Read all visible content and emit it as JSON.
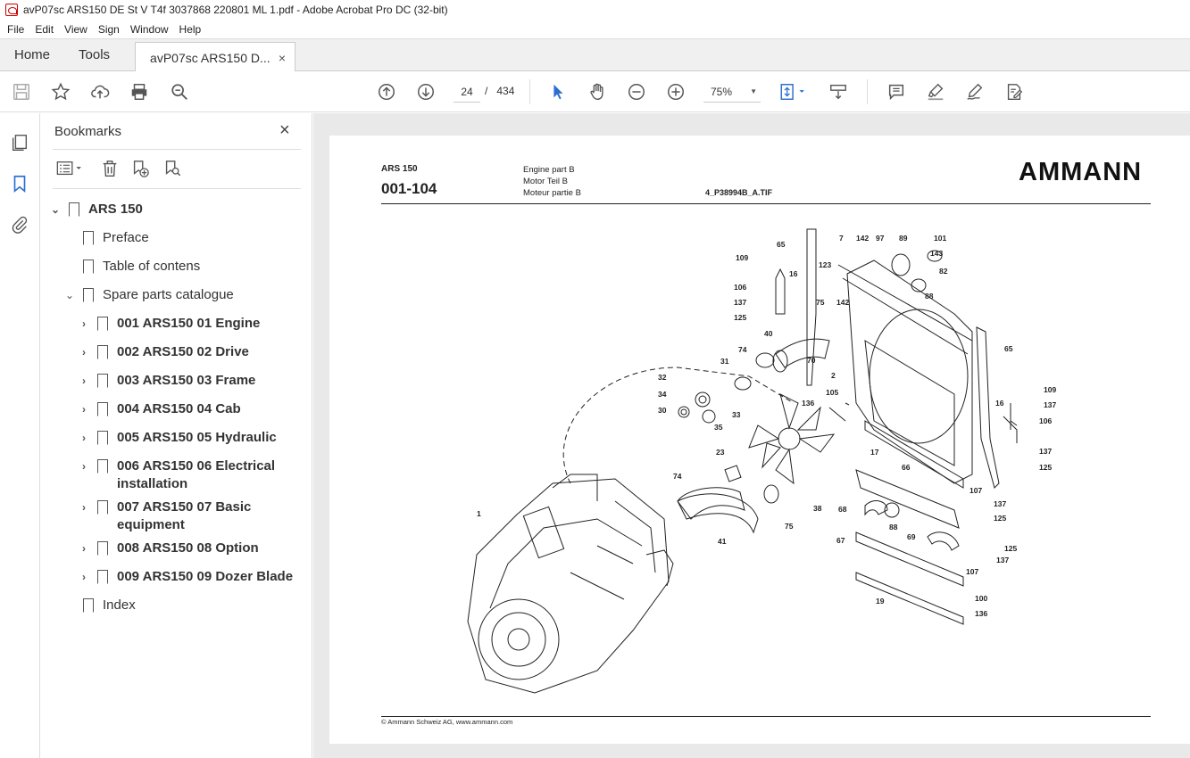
{
  "window": {
    "title": "avP07sc ARS150 DE St V T4f 3037868 220801 ML 1.pdf - Adobe Acrobat Pro DC (32-bit)"
  },
  "menu": [
    "File",
    "Edit",
    "View",
    "Sign",
    "Window",
    "Help"
  ],
  "tabs": {
    "home": "Home",
    "tools": "Tools",
    "document": "avP07sc ARS150 D...",
    "close": "×"
  },
  "toolbar": {
    "page_current": "24",
    "page_separator": "/",
    "page_total": "434",
    "zoom": "75%"
  },
  "bookmarks": {
    "title": "Bookmarks",
    "close": "×",
    "items": [
      {
        "label": "ARS 150",
        "expanded": true
      },
      {
        "label": "Preface"
      },
      {
        "label": "Table of contens"
      },
      {
        "label": "Spare parts catalogue",
        "expanded": true
      },
      {
        "label": "001 ARS150 01 Engine"
      },
      {
        "label": "002 ARS150 02 Drive"
      },
      {
        "label": "003 ARS150 03 Frame"
      },
      {
        "label": "004 ARS150 04 Cab"
      },
      {
        "label": "005 ARS150 05 Hydraulic"
      },
      {
        "label": "006 ARS150 06 Electrical",
        "label2": "installation"
      },
      {
        "label": "007 ARS150 07 Basic",
        "label2": "equipment"
      },
      {
        "label": "008 ARS150 08 Option"
      },
      {
        "label": "009 ARS150 09 Dozer Blade"
      },
      {
        "label": "Index"
      }
    ]
  },
  "document": {
    "model": "ARS 150",
    "code": "001-104",
    "desc_en": "Engine part B",
    "desc_de": "Motor Teil B",
    "desc_fr": "Moteur partie B",
    "file": "4_P38994B_A.TIF",
    "brand": "AMMANN",
    "footer": "© Ammann Schweiz AG, www.ammann.com",
    "part_numbers": [
      "65",
      "7",
      "142",
      "97",
      "89",
      "101",
      "109",
      "123",
      "143",
      "82",
      "16",
      "106",
      "137",
      "125",
      "75",
      "142",
      "88",
      "40",
      "74",
      "70",
      "65",
      "31",
      "32",
      "34",
      "30",
      "33",
      "35",
      "2",
      "105",
      "136",
      "109",
      "16",
      "137",
      "106",
      "137",
      "125",
      "23",
      "74",
      "17",
      "66",
      "107",
      "137",
      "125",
      "68",
      "88",
      "69",
      "125",
      "67",
      "137",
      "107",
      "41",
      "75",
      "38",
      "1",
      "100",
      "19",
      "136"
    ]
  },
  "colors": {
    "accent": "#2c6fd1",
    "brand": "#111111"
  }
}
